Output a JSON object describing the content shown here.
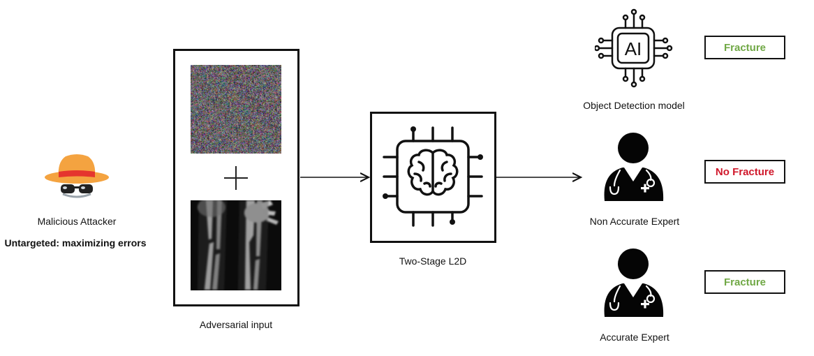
{
  "attacker": {
    "label": "Malicious Attacker",
    "goal": "Untargeted: maximizing errors",
    "hat_color": "#F4A340",
    "hat_band_color": "#E5352E"
  },
  "input": {
    "label": "Adversarial input",
    "plus_symbol": "+"
  },
  "system": {
    "label": "Two-Stage L2D",
    "icon": "brain-chip-icon"
  },
  "outputs": {
    "model": {
      "label": "Object Detection model",
      "icon_text": "AI",
      "result": "Fracture",
      "result_color": "#70A845"
    },
    "non_accurate_expert": {
      "label": "Non Accurate Expert",
      "result": "No Fracture",
      "result_color": "#D0182B"
    },
    "accurate_expert": {
      "label": "Accurate Expert",
      "result": "Fracture",
      "result_color": "#70A845"
    }
  }
}
